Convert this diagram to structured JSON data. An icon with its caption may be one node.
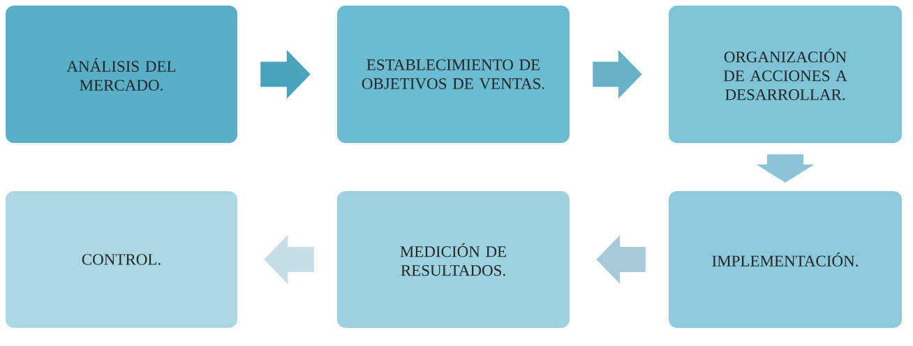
{
  "diagram": {
    "nodes": [
      {
        "text": [
          "ANÁLISIS DEL MERCADO."
        ]
      },
      {
        "text": [
          "ESTABLECIMIENTO DE OBJETIVOS DE VENTAS."
        ]
      },
      {
        "text": [
          "ORGANIZACIÓN DE ACCIONES A DESARROLLAR."
        ]
      },
      {
        "text": [
          "IMPLEMENTACIÓN."
        ]
      },
      {
        "text": [
          "MEDICIÓN DE RESULTADOS."
        ]
      },
      {
        "text": [
          "CONTROL."
        ]
      }
    ],
    "edges": [
      {
        "from": 0,
        "to": 1,
        "arrow": "to",
        "color": "#4aa3bd"
      },
      {
        "from": 1,
        "to": 2,
        "arrow": "to",
        "color": "#68b2c8"
      },
      {
        "from": 2,
        "to": 3,
        "arrow": "to",
        "color": "#8cc3d6"
      },
      {
        "from": 3,
        "to": 4,
        "arrow": "to",
        "color": "#a6cad8"
      },
      {
        "from": 4,
        "to": 5,
        "arrow": "to",
        "color": "#c4dde6"
      }
    ]
  }
}
